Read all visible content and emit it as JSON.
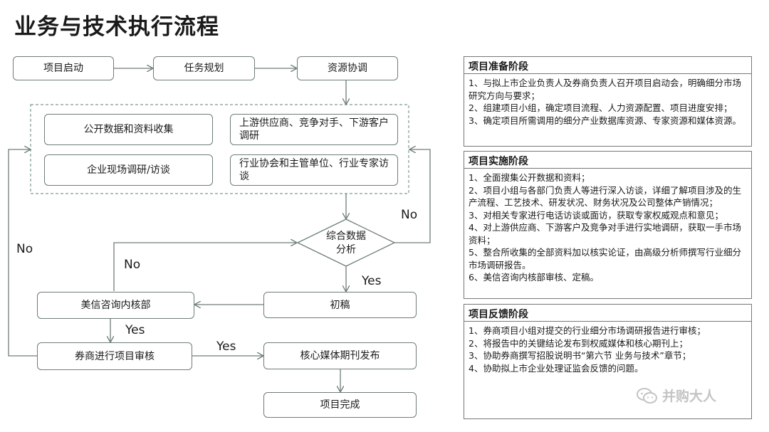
{
  "title": "业务与技术执行流程",
  "flow": {
    "start": "项目启动",
    "plan": "任务规划",
    "resource": "资源协调",
    "public_data": "公开数据和资料收集",
    "supplier": "上游供应商、竞争对手、下游客户调研",
    "onsite": "企业现场调研/访谈",
    "association": "行业协会和主管单位、行业专家访谈",
    "decision": "综合数据分析",
    "draft": "初稿",
    "internal_review": "美信咨询内核部",
    "broker_review": "券商进行项目审核",
    "publish": "核心媒体期刊发布",
    "complete": "项目完成",
    "labels": {
      "no_right": "No",
      "no_left": "No",
      "no_middle": "No",
      "yes_decision": "Yes",
      "yes_internal": "Yes",
      "yes_broker": "Yes"
    }
  },
  "panels": [
    {
      "title": "项目准备阶段",
      "items": [
        "1、与拟上市企业负责人及券商负责人召开项目启动会，明确细分市场研究方向与要求；",
        "2、组建项目小组，确定项目流程、人力资源配置、项目进度安排；",
        "3、确定项目所需调用的细分产业数据库资源、专家资源和媒体资源。"
      ]
    },
    {
      "title": "项目实施阶段",
      "items": [
        "1、全面搜集公开数据和资料；",
        "2、项目小组与各部门负责人等进行深入访谈，详细了解项目涉及的生产流程、工艺技术、研发状况、财务状况及公司整体产销情况；",
        "3、对相关专家进行电话访谈或面访，获取专家权威观点和意见；",
        "4、对上游供应商、下游客户及竞争对手进行实地调研，获取一手市场资料；",
        "5、整合所收集的全部资料加以核实论证，由高级分析师撰写行业细分市场调研报告。",
        "6、美信咨询内核部审核、定稿。"
      ]
    },
    {
      "title": "项目反馈阶段",
      "items": [
        "1、券商项目小组对提交的行业细分市场调研报告进行审核；",
        "2、将报告中的关键结论发布到权威媒体和核心期刊上；",
        "3、协助券商撰写招股说明书“第六节 业务与技术”章节；",
        "4、协助拟上市企业处理证监会反馈的问题。"
      ]
    }
  ],
  "watermark": {
    "text": "并购大人",
    "icon": "wechat-icon"
  },
  "colors": {
    "line": "#6d7d78",
    "dashed_border": "#7a9a95",
    "watermark": "#c4c4c4"
  }
}
